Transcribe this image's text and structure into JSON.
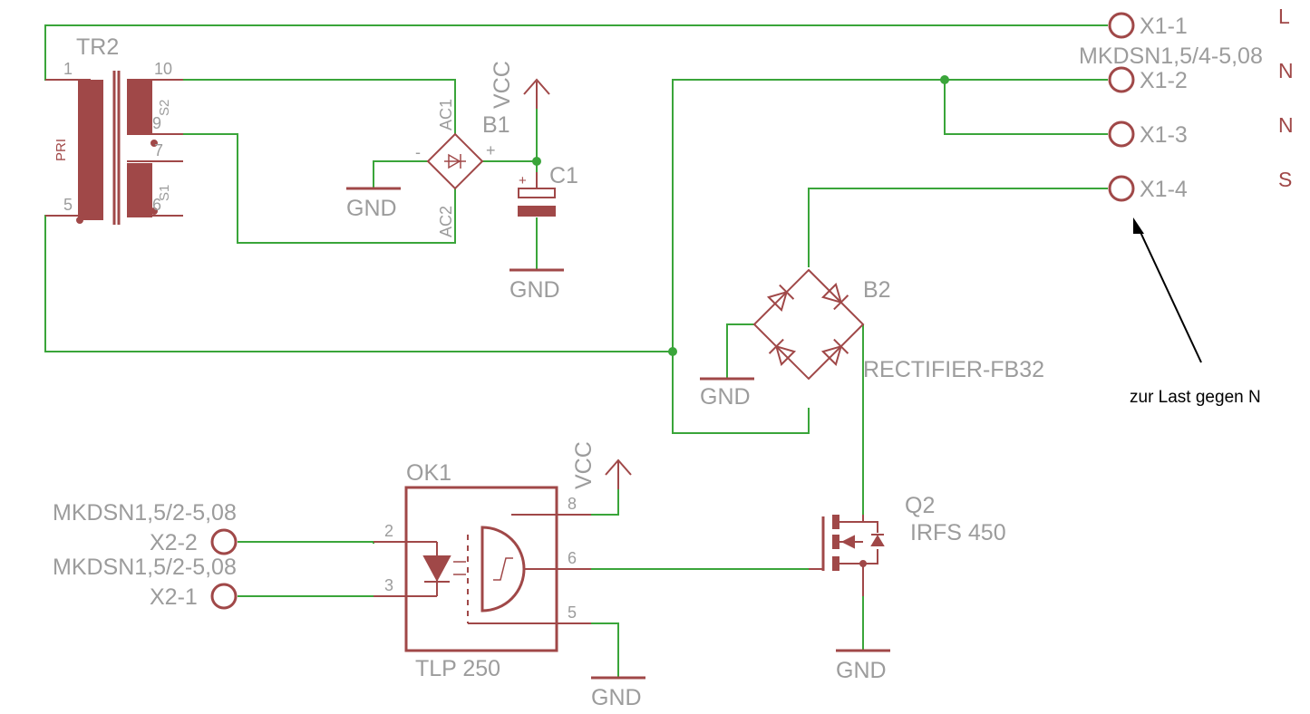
{
  "colors": {
    "wire": "#3aa53a",
    "component": "#a04848",
    "label": "#9c9c9c",
    "side_letter": "#a04848",
    "note": "#000000"
  },
  "terminals_x1": {
    "part": "MKDSN1,5/4-5,08",
    "pins": [
      {
        "name": "X1-1",
        "letter": "L"
      },
      {
        "name": "X1-2",
        "letter": "N"
      },
      {
        "name": "X1-3",
        "letter": "N"
      },
      {
        "name": "X1-4",
        "letter": "S"
      }
    ]
  },
  "annotation": "zur Last gegen N",
  "transformer": {
    "ref": "TR2",
    "winding_primary": "PRI",
    "winding_s1": "S1",
    "winding_s2": "S2",
    "pins": [
      "1",
      "5",
      "10",
      "9",
      "7",
      "6"
    ]
  },
  "bridge_b1": {
    "ref": "B1",
    "ac1": "AC1",
    "ac2": "AC2",
    "minus": "-",
    "plus": "+"
  },
  "capacitor": {
    "ref": "C1",
    "plus": "+"
  },
  "bridge_b2": {
    "ref": "B2",
    "part": "RECTIFIER-FB32"
  },
  "optocoupler": {
    "ref": "OK1",
    "part": "TLP 250",
    "pins": [
      "2",
      "3",
      "8",
      "6",
      "5"
    ]
  },
  "terminals_x2": [
    {
      "part": "MKDSN1,5/2-5,08",
      "name": "X2-2"
    },
    {
      "part": "MKDSN1,5/2-5,08",
      "name": "X2-1"
    }
  ],
  "mosfet": {
    "ref": "Q2",
    "part": "IRFS 450"
  },
  "power": {
    "vcc": "VCC",
    "gnd": "GND"
  }
}
